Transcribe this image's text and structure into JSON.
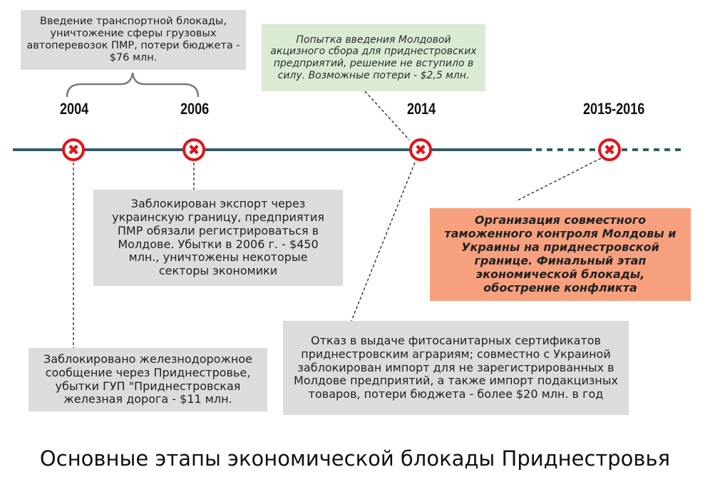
{
  "years": {
    "y2004": "2004",
    "y2006": "2006",
    "y2014": "2014",
    "y2015": "2015-2016"
  },
  "events": {
    "transport_blockade": "Введение транспортной блокады, уничтожение сферы грузовых автоперевозок ПМР, потери бюджета - $76 млн.",
    "excise_attempt": "Попытка введения Молдовой акцизного сбора для приднестровских предприятий, решение не вступило в силу. Возможные потери - $2,5 млн.",
    "export_blocked": "Заблокирован экспорт через украинскую границу, предприятия ПМР обязали регистрироваться в Молдове. Убытки в 2006 г. - $450 млн., уничтожены некоторые секторы экономики",
    "joint_customs": "Организация совместного таможенного контроля Молдовы и Украины на приднестровской границе. Финальный этап экономической блокады, обострение конфликта",
    "railway_blocked": "Заблокировано железнодорожное сообщение через Приднестровье, убытки ГУП \"Приднестровская железная дорога - $11 млн.",
    "certificates_denied": "Отказ в выдаче фитосанитарных сертификатов приднестровским аграриям; совместно с Украиной заблокирован импорт для не зарегистрированных в Молдове предприятий, а также импорт подакцизных товаров, потери бюджета - более $20 млн. в год"
  },
  "marker_symbol": "✖",
  "caption": "Основные этапы экономической блокады Приднестровья",
  "colors": {
    "timeline": "#2f5d68",
    "marker": "#e0141b",
    "box_grey": "#dcdcdc",
    "box_green": "#dbebd3",
    "box_orange": "#f6a07e"
  }
}
